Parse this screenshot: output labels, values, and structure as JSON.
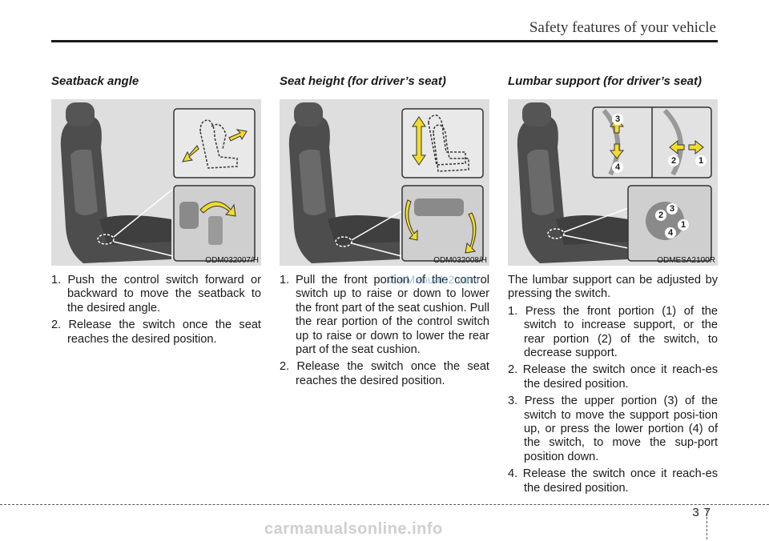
{
  "header": {
    "title": "Safety features of your vehicle"
  },
  "sections": [
    {
      "heading": "Seatback angle",
      "figure_code": "ODM032007/H",
      "items": [
        "1. Push the control switch forward or backward to move the seatback to the desired angle.",
        "2. Release the switch once the seat reaches the desired position."
      ]
    },
    {
      "heading": "Seat height (for driver’s seat)",
      "figure_code": "ODM032008/H",
      "items": [
        "1. Pull the front portion of the control switch up to raise or down to lower the front part of the seat cushion. Pull the rear portion of the control switch up to raise or down to lower the rear part of the seat cushion.",
        "2. Release the switch once the seat reaches the desired position."
      ]
    },
    {
      "heading": "Lumbar support (for driver’s seat)",
      "figure_code": "ODMESA2100R",
      "intro": "The lumbar support can be adjusted by pressing the switch.",
      "items": [
        "1. Press the front portion (1) of the switch to increase support, or the rear portion (2) of the switch, to decrease support.",
        "2. Release the switch once it reach-es the desired position.",
        "3. Press the upper portion (3) of the switch to move the support posi-tion up, or press the lower portion (4) of  the switch, to move the sup-port position down.",
        "4. Release the switch once it reach-es the desired position."
      ],
      "callout_numbers": [
        "1",
        "2",
        "3",
        "4"
      ]
    }
  ],
  "page": {
    "section": "3",
    "number": "7"
  },
  "watermarks": {
    "center": "CarManuals2.com",
    "footer": "carmanualsonline.info"
  },
  "colors": {
    "arrow": "#f2dc2a",
    "figure_bg": "#dedede",
    "seat": "#555555"
  },
  "icons": [
    "seat-illustration",
    "yellow-arrow-icon"
  ]
}
